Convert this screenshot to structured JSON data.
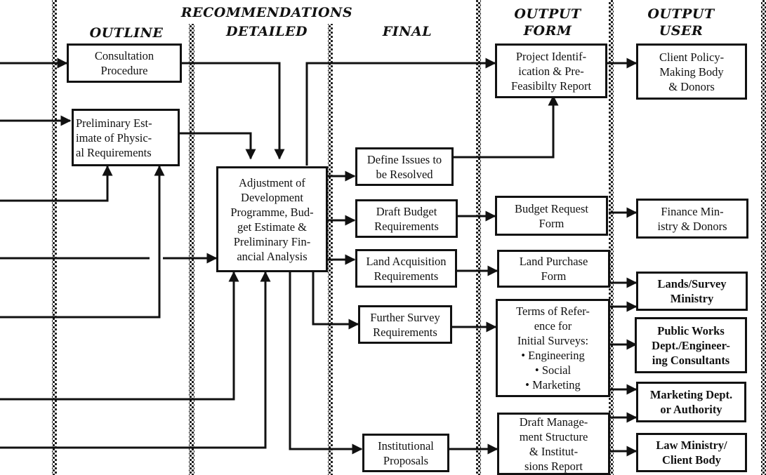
{
  "headings": {
    "recommendations": "RECOMMENDATIONS",
    "outline": "OUTLINE",
    "detailed": "DETAILED",
    "final": "FINAL",
    "output_form": "OUTPUT\nFORM",
    "output_user": "OUTPUT\nUSER"
  },
  "columns": {
    "outline": {
      "consultation": "Consultation\nProcedure",
      "preliminary_estimate": "Preliminary Est-\nimate of Physic-\nal Requirements"
    },
    "detailed": {
      "adjustment": "Adjustment of\nDevelopment\nProgramme, Bud-\nget Estimate &\nPreliminary Fin-\nancial Analysis"
    },
    "final": {
      "define_issues": "Define Issues to\nbe Resolved",
      "draft_budget": "Draft Budget\nRequirements",
      "land_acquisition": "Land Acquisition\nRequirements",
      "further_survey": "Further Survey\nRequirements",
      "institutional": "Institutional\nProposals"
    },
    "output_form": {
      "project_identification": "Project Identif-\nication & Pre-\nFeasibilty Report",
      "budget_request": "Budget Request\nForm",
      "land_purchase": "Land Purchase\nForm",
      "terms_of_reference": "Terms of Refer-\nence for\nInitial Surveys:\n• Engineering\n• Social\n• Marketing",
      "draft_management": "Draft Manage-\nment Structure\n& Institut-\nsions Report"
    },
    "output_user": {
      "client_policy": "Client Policy-\nMaking Body\n& Donors",
      "finance_ministry": "Finance Min-\nistry & Donors",
      "lands_survey": "Lands/Survey\nMinistry",
      "public_works": "Public Works\nDept./Engineer-\ning Consultants",
      "marketing_dept": "Marketing Dept.\nor Authority",
      "law_ministry": "Law Ministry/\nClient Body"
    }
  },
  "colors": {
    "ink": "#111111",
    "paper": "#ffffff"
  }
}
